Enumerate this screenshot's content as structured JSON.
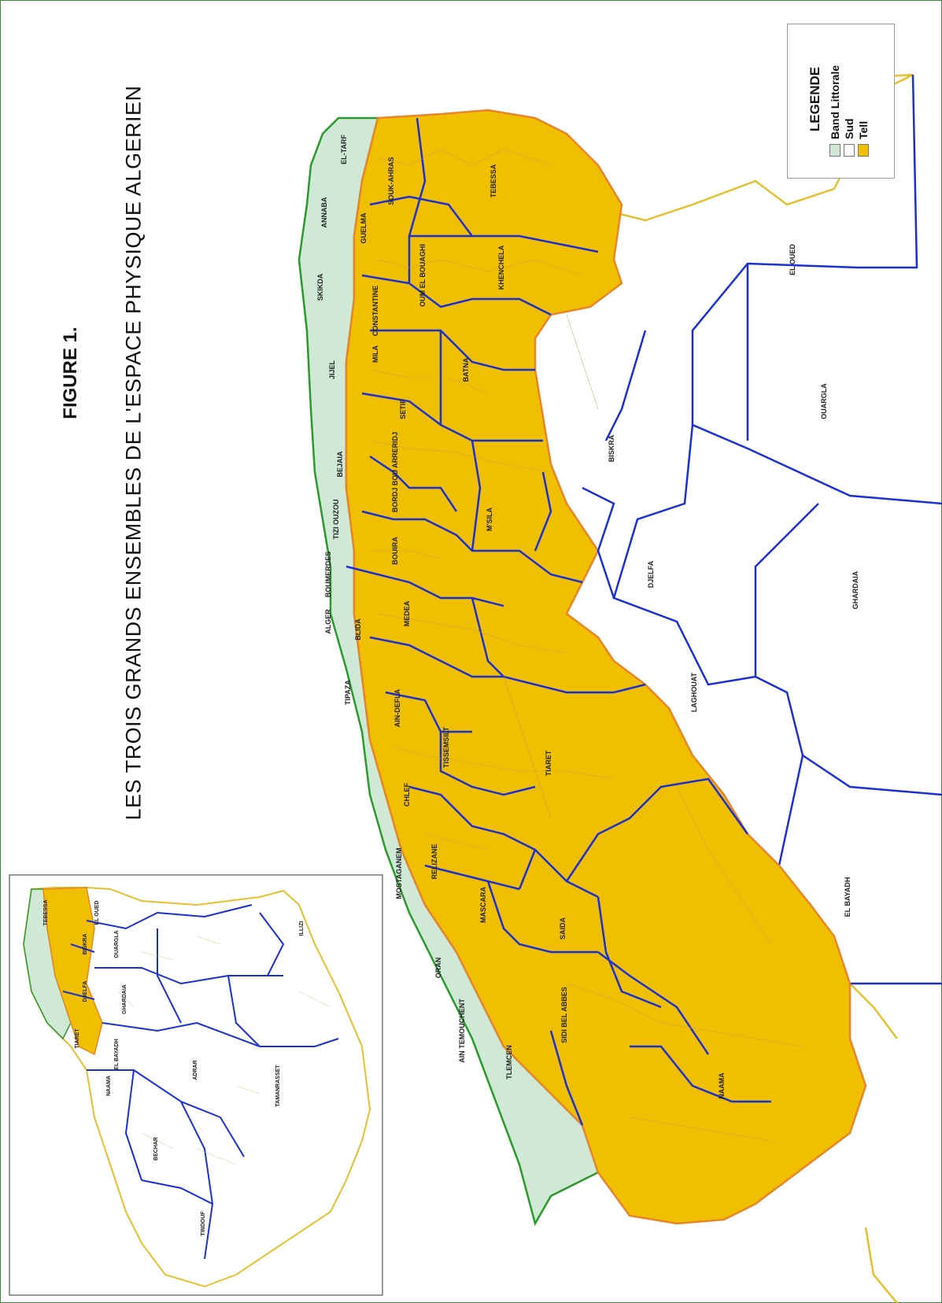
{
  "figure_label": "FIGURE 1.",
  "title": "LES TROIS GRANDS ENSEMBLES DE L'ESPACE PHYSIQUE ALGERIEN",
  "legend": {
    "title": "LEGENDE",
    "items": [
      {
        "label": "Band Littorale",
        "color": "#cfe9d6"
      },
      {
        "label": "Sud",
        "color": "#ffffff"
      },
      {
        "label": "Tell",
        "color": "#f0c000"
      }
    ]
  },
  "colors": {
    "tell": "#f0c000",
    "tell_border": "#e8842a",
    "coastal": "#cfe9d6",
    "coastal_border": "#2a9a2a",
    "wilaya_border": "#1b2fd8",
    "country_border": "#e6c02a"
  },
  "wilayas": [
    {
      "key": "el_tarf",
      "name": "EL-TARF"
    },
    {
      "key": "annaba",
      "name": "ANNABA"
    },
    {
      "key": "skikda",
      "name": "SKIKDA"
    },
    {
      "key": "jijel",
      "name": "JIJEL"
    },
    {
      "key": "bejaia",
      "name": "BEJAIA"
    },
    {
      "key": "tizi_ouzou",
      "name": "TIZI OUZOU"
    },
    {
      "key": "boumerdes",
      "name": "BOUMERDES"
    },
    {
      "key": "alger",
      "name": "ALGER"
    },
    {
      "key": "tipaza",
      "name": "TIPAZA"
    },
    {
      "key": "mostaganem",
      "name": "MOSTAGANEM"
    },
    {
      "key": "oran",
      "name": "ORAN"
    },
    {
      "key": "ain_temouchent",
      "name": "AIN TEMOUCHENT"
    },
    {
      "key": "tlemcen",
      "name": "TLEMCEN"
    },
    {
      "key": "souk_ahras",
      "name": "SOUK-AHRAS"
    },
    {
      "key": "tebessa",
      "name": "TEBESSA"
    },
    {
      "key": "guelma",
      "name": "GUELMA"
    },
    {
      "key": "oum_el_bouaghi",
      "name": "OUM EL BOUAGHI"
    },
    {
      "key": "khenchela",
      "name": "KHENCHELA"
    },
    {
      "key": "constantine",
      "name": "CONSTANTINE"
    },
    {
      "key": "mila",
      "name": "MILA"
    },
    {
      "key": "batna",
      "name": "BATNA"
    },
    {
      "key": "setif",
      "name": "SETIF"
    },
    {
      "key": "bordj",
      "name": "BORDJ BOU ARRERIDJ"
    },
    {
      "key": "msila",
      "name": "M'SILA"
    },
    {
      "key": "bouira",
      "name": "BOUIRA"
    },
    {
      "key": "blida",
      "name": "BLIDA"
    },
    {
      "key": "medea",
      "name": "MEDEA"
    },
    {
      "key": "ain_defla",
      "name": "AIN-DEFLA"
    },
    {
      "key": "chlef",
      "name": "CHLEF"
    },
    {
      "key": "tissemsilt",
      "name": "TISSEMSILT"
    },
    {
      "key": "tiaret",
      "name": "TIARET"
    },
    {
      "key": "relizane",
      "name": "RELIZANE"
    },
    {
      "key": "mascara",
      "name": "MASCARA"
    },
    {
      "key": "saida",
      "name": "SAIDA"
    },
    {
      "key": "sidi_bel_abbes",
      "name": "SIDI BEL ABBES"
    },
    {
      "key": "naama",
      "name": "NAAMA"
    },
    {
      "key": "el_oued",
      "name": "EL OUED"
    },
    {
      "key": "biskra",
      "name": "BISKRA"
    },
    {
      "key": "ouargla",
      "name": "OUARGLA"
    },
    {
      "key": "djelfa",
      "name": "DJELFA"
    },
    {
      "key": "ghardaia",
      "name": "GHARDAIA"
    },
    {
      "key": "laghouat",
      "name": "LAGHOUAT"
    },
    {
      "key": "el_bayadh",
      "name": "EL BAYADH"
    }
  ],
  "inset_labels": [
    {
      "key": "illizi",
      "name": "ILLIZI"
    },
    {
      "key": "tamanrasset",
      "name": "TAMANRASSET"
    },
    {
      "key": "adrar",
      "name": "ADRAR"
    },
    {
      "key": "bechar",
      "name": "BECHAR"
    },
    {
      "key": "tindouf",
      "name": "TINDOUF"
    },
    {
      "key": "el_bayadh",
      "name": "EL BAYADH"
    },
    {
      "key": "ghardaia",
      "name": "GHARDAIA"
    },
    {
      "key": "ouargla",
      "name": "OUARGLA"
    },
    {
      "key": "el_oued",
      "name": "EL OUED"
    },
    {
      "key": "djelfa",
      "name": "DJELFA"
    },
    {
      "key": "tiaret",
      "name": "TIARET"
    },
    {
      "key": "naama",
      "name": "NAAMA"
    },
    {
      "key": "tebessa",
      "name": "TEBESSA"
    },
    {
      "key": "biskra",
      "name": "BISKRA"
    }
  ]
}
